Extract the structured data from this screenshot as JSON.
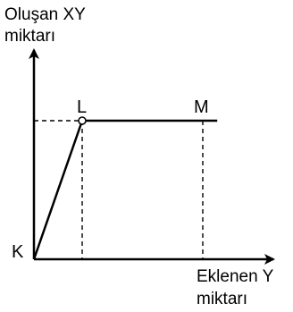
{
  "chart_data": {
    "type": "line",
    "ylabel": [
      "Oluşan XY",
      "miktarı"
    ],
    "xlabel": [
      "Eklenen Y",
      "miktarı"
    ],
    "origin_label": "K",
    "points": [
      {
        "name": "K",
        "x": 0,
        "y": 0,
        "label": "K"
      },
      {
        "name": "L",
        "x": 1,
        "y": 1,
        "label": "L"
      },
      {
        "name": "M",
        "x": 3.5,
        "y": 1,
        "label": "M"
      }
    ],
    "line_end_x": 3.8,
    "xlim": [
      0,
      4.3
    ],
    "ylim": [
      0,
      1.7
    ],
    "grid": false,
    "legend": "none",
    "colors": {
      "line": "#000000",
      "guide": "#000000",
      "marker_fill": "#ffffff"
    }
  }
}
